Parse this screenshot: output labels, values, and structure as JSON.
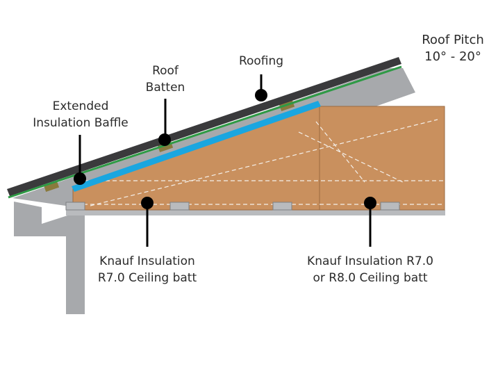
{
  "labels": {
    "roof_pitch": {
      "line1": "Roof Pitch",
      "line2": "10° - 20°"
    },
    "roofing": "Roofing",
    "roof_batten": {
      "line1": "Roof",
      "line2": "Batten"
    },
    "extended_baffle": {
      "line1": "Extended",
      "line2": "Insulation Baffle"
    },
    "ceiling_batt_left": {
      "line1": "Knauf Insulation",
      "line2": "R7.0 Ceiling batt"
    },
    "ceiling_batt_right": {
      "line1": "Knauf Insulation R7.0",
      "line2": "or R8.0 Ceiling batt"
    }
  },
  "colors": {
    "roofing": "#3a3a3c",
    "underlay": "#2e9a45",
    "baffle": "#1aa6e0",
    "insulation": "#c9905e",
    "insulation_edge": "#9a6a40",
    "structure": "#a7a9ac",
    "batten": "#8a7a3c",
    "joist": "#b9bbbe",
    "callout": "#000000"
  }
}
